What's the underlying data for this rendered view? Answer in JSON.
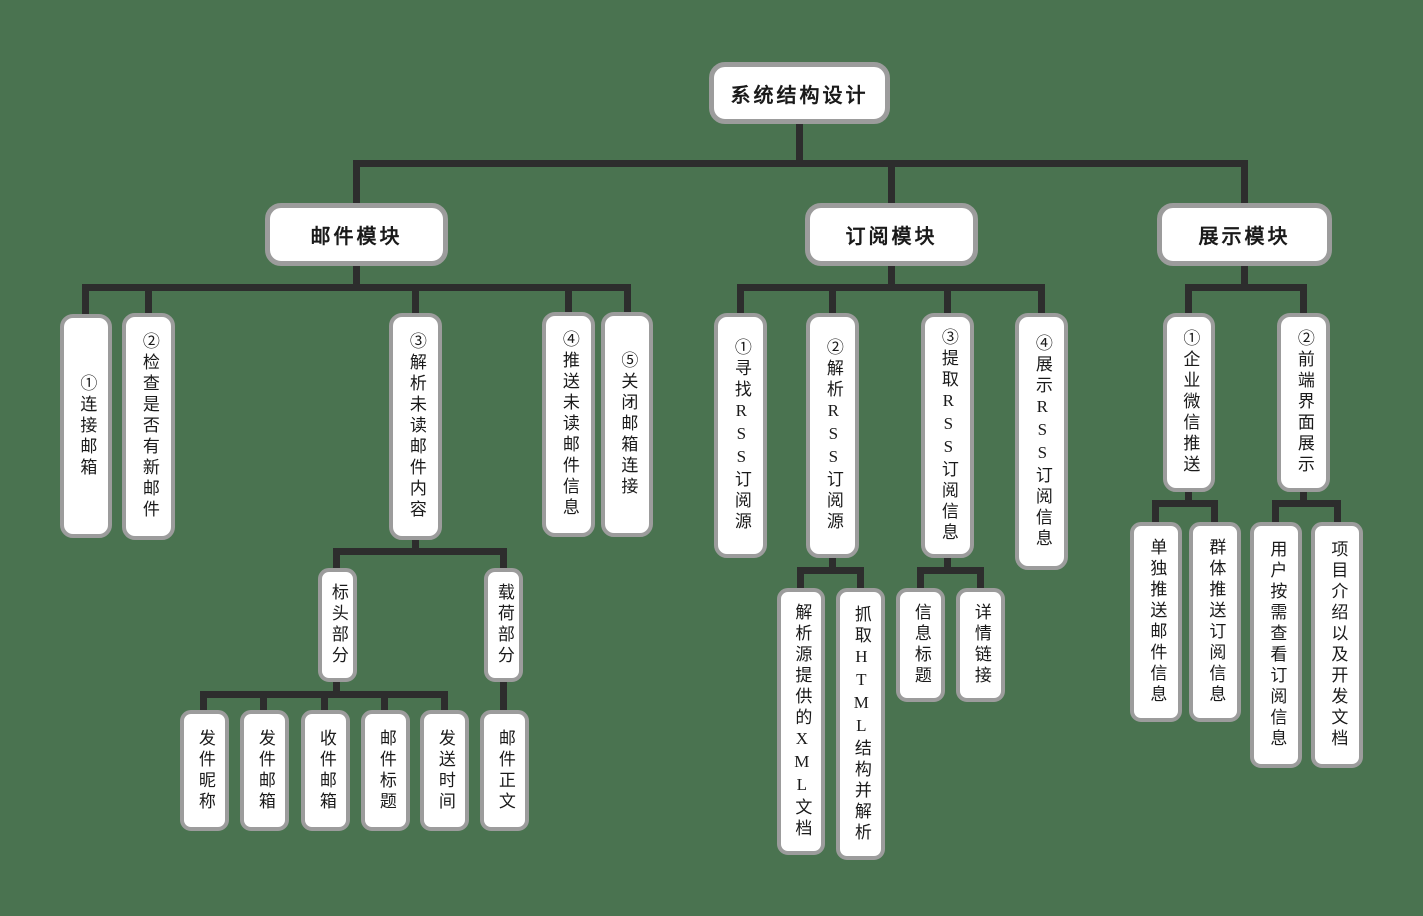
{
  "colors": {
    "background": "#4A7350",
    "node_fill": "#FFFFFF",
    "node_border": "#9C9C9C",
    "connector": "#2D2D2D",
    "text": "#1A1A1A"
  },
  "root": {
    "label": "系统结构设计"
  },
  "mail": {
    "label": "邮件模块",
    "steps": {
      "s1": "①连接邮箱",
      "s2": "②检查是否有新邮件",
      "s3": "③解析未读邮件内容",
      "s4": "④推送未读邮件信息",
      "s5": "⑤关闭邮箱连接"
    },
    "parts": {
      "header": "标头部分",
      "payload": "载荷部分"
    },
    "header_fields": {
      "f1": "发件昵称",
      "f2": "发件邮箱",
      "f3": "收件邮箱",
      "f4": "邮件标题",
      "f5": "发送时间"
    },
    "payload_fields": {
      "f1": "邮件正文"
    }
  },
  "subscription": {
    "label": "订阅模块",
    "steps": {
      "s1": "①寻找RSS订阅源",
      "s2": "②解析RSS订阅源",
      "s3": "③提取RSS订阅信息",
      "s4": "④展示RSS订阅信息"
    },
    "parse_methods": {
      "m1": "解析源提供的XML文档",
      "m2": "抓取HTML结构并解析"
    },
    "extract_items": {
      "i1": "信息标题",
      "i2": "详情链接"
    }
  },
  "display": {
    "label": "展示模块",
    "steps": {
      "s1": "①企业微信推送",
      "s2": "②前端界面展示"
    },
    "wechat_items": {
      "i1": "单独推送邮件信息",
      "i2": "群体推送订阅信息"
    },
    "frontend_items": {
      "i1": "用户按需查看订阅信息",
      "i2": "项目介绍以及开发文档"
    }
  }
}
